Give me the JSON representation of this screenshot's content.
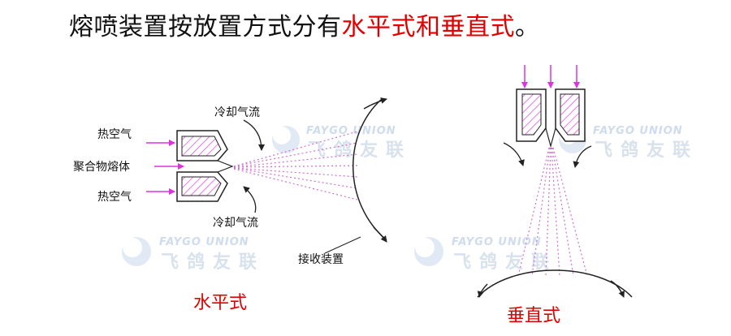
{
  "title": {
    "prefix": "熔喷装置按放置方式分有",
    "highlight": "水平式和垂直式",
    "suffix": "。"
  },
  "horizontal": {
    "caption": "水平式",
    "labels": {
      "hot_air_top": "热空气",
      "polymer_melt": "聚合物熔体",
      "hot_air_bottom": "热空气",
      "cooling_air_top": "冷却气流",
      "cooling_air_bottom": "冷却气流",
      "collector": "接收装置"
    }
  },
  "vertical": {
    "caption": "垂直式"
  },
  "watermark": {
    "en": "FAYGO UNION",
    "cn": "飞鸽友联"
  },
  "colors": {
    "highlight": "#e00000",
    "arrow": "#e030e0",
    "spray": "#d070d0",
    "line": "#222222",
    "watermark": "#d0dceb"
  }
}
